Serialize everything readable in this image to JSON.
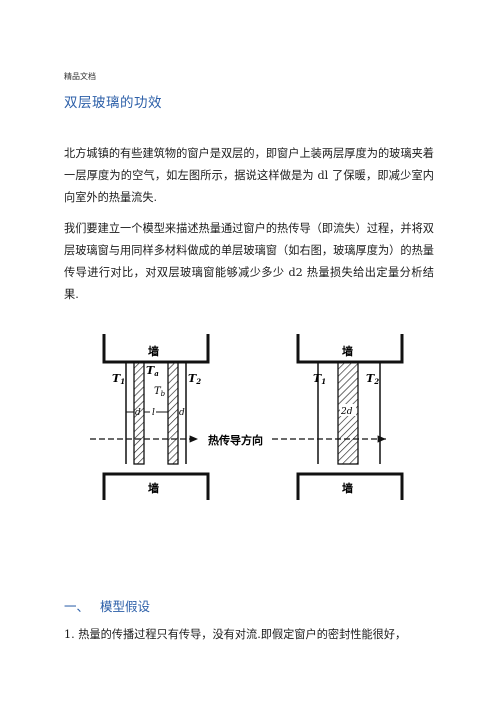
{
  "header_label": "精品文档",
  "title": "双层玻璃的功效",
  "paragraph1": "北方城镇的有些建筑物的窗户是双层的，即窗户上装两层厚度为的玻璃夹着一层厚度为的空气，如左图所示，据说这样做是为 dl 了保暖，即减少室内向室外的热量流失.",
  "paragraph2": "我们要建立一个模型来描述热量通过窗户的热传导（即流失）过程，并将双层玻璃窗与用同样多材料做成的单层玻璃窗（如右图，玻璃厚度为）的热量传导进行对比，对双层玻璃窗能够减少多少 d2 热量损失给出定量分析结果.",
  "figure": {
    "left_wall_top": "墙",
    "left_wall_bottom": "墙",
    "right_wall_top": "墙",
    "right_wall_bottom": "墙",
    "T1": "T",
    "T1_sub": "1",
    "Ta": "T",
    "Ta_sub": "a",
    "Tb": "T",
    "Tb_sub": "b",
    "T2": "T",
    "T2_sub": "2",
    "d_left": "d",
    "l": "l",
    "d_right": "d",
    "two_d": "2d",
    "arrow_label": "热传导方向"
  },
  "section1": {
    "number": "一、",
    "heading": "模型假设"
  },
  "paragraph3": "1. 热量的传播过程只有传导，没有对流.即假定窗户的密封性能很好，"
}
